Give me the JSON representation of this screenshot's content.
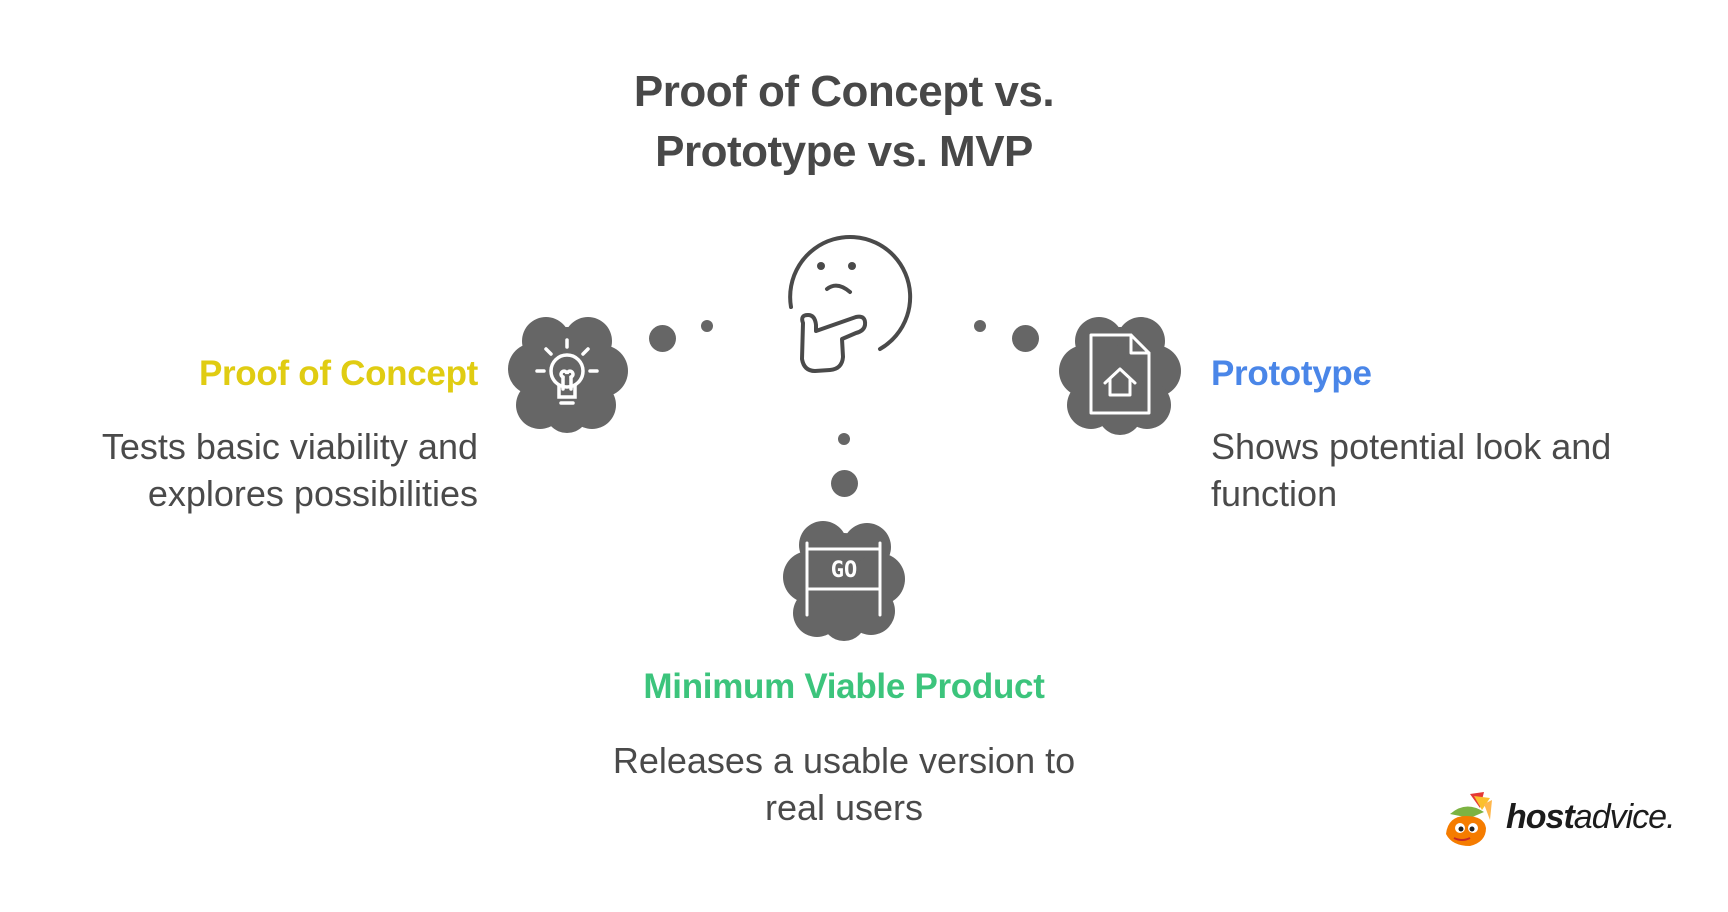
{
  "title": {
    "line1": "Proof of Concept vs.",
    "line2": "Prototype vs. MVP"
  },
  "center_icon": "thinking-face-icon",
  "items": [
    {
      "id": "poc",
      "heading": "Proof of Concept",
      "color": "#E0CC12",
      "icon": "lightbulb-icon",
      "description_lines": [
        "Tests basic viability and",
        "explores possibilities"
      ]
    },
    {
      "id": "prototype",
      "heading": "Prototype",
      "color": "#4A86E8",
      "icon": "document-home-icon",
      "description_lines": [
        "Shows potential look and",
        "function"
      ]
    },
    {
      "id": "mvp",
      "heading": "Minimum Viable Product",
      "color": "#3CC47C",
      "icon": "go-sign-icon",
      "icon_text": "GO",
      "description_lines": [
        "Releases a usable version to",
        "real users"
      ]
    }
  ],
  "colors": {
    "text": "#4A4A4A",
    "icon_fill": "#666666"
  },
  "logo": {
    "bold": "host",
    "regular": "advice."
  }
}
